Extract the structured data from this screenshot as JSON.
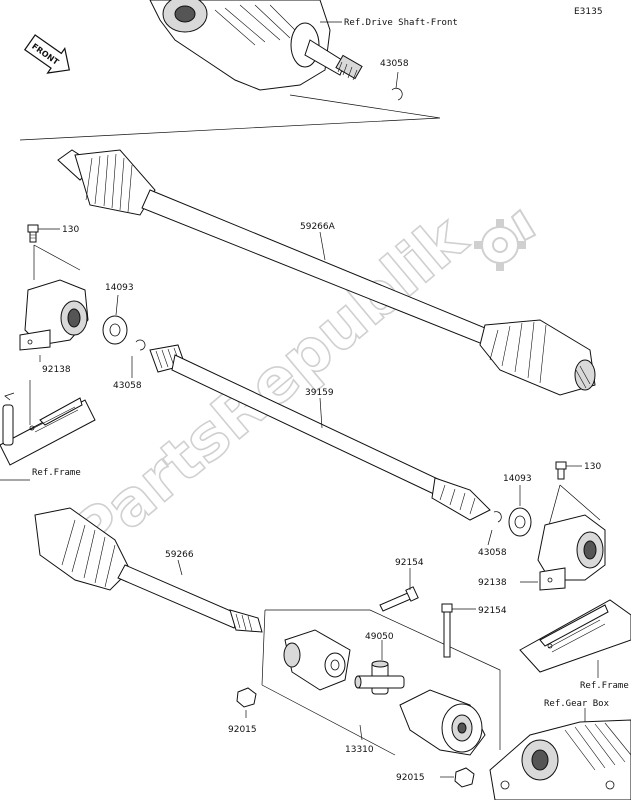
{
  "diagram_code": "E3135",
  "watermark": "PartsRepublik",
  "front_label": "FRONT",
  "refs": {
    "drive_shaft_front": "Ref.Drive Shaft-Front",
    "frame_left": "Ref.Frame",
    "frame_right": "Ref.Frame",
    "gear_box": "Ref.Gear Box"
  },
  "parts": {
    "p43058_top": "43058",
    "p59266A": "59266A",
    "p130_left": "130",
    "p14093_left": "14093",
    "p92138_left": "92138",
    "p43058_left": "43058",
    "p39159": "39159",
    "p14093_right": "14093",
    "p130_right": "130",
    "p43058_right": "43058",
    "p92138_right": "92138",
    "p59266": "59266",
    "p92154_a": "92154",
    "p92154_b": "92154",
    "p49050": "49050",
    "p92015_left": "92015",
    "p13310": "13310",
    "p92015_bottom": "92015"
  }
}
